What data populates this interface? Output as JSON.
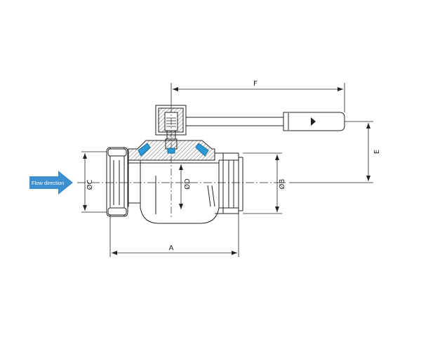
{
  "flow_arrow": {
    "label": "Flow direction",
    "color": "#3d8fd0"
  },
  "dimensions": {
    "length": "A",
    "outer_diameter": "ØB",
    "connection_diameter": "ØC",
    "bore_diameter": "ØD",
    "handle_height": "E",
    "handle_length": "F"
  },
  "colors": {
    "line": "#222222",
    "hatch": "#444444",
    "seal": "#2a9ad6"
  }
}
